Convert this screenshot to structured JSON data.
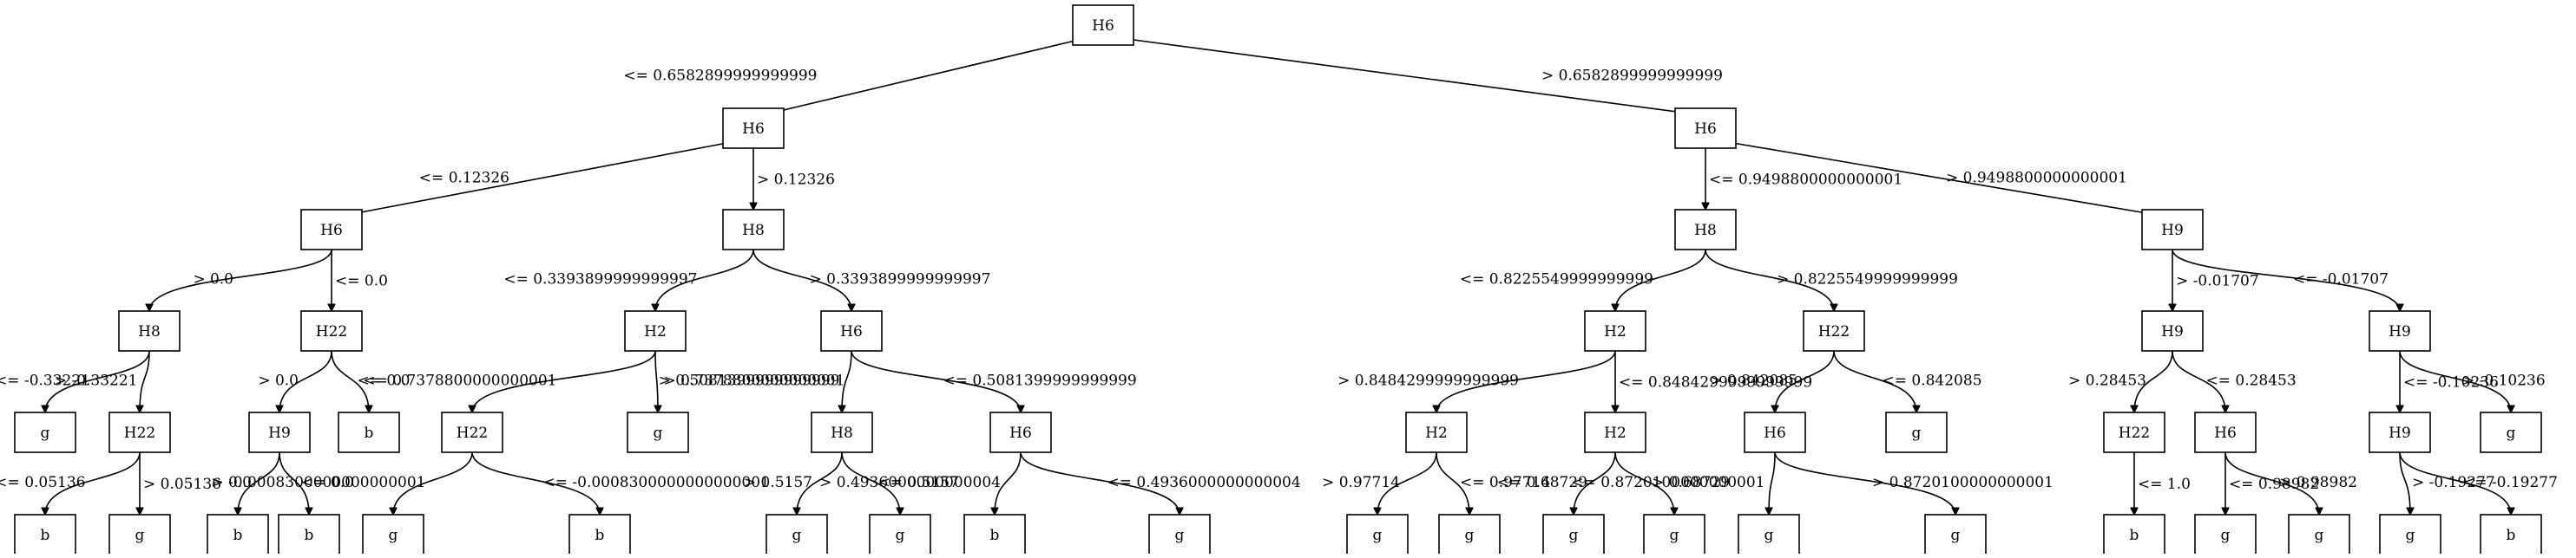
{
  "tree": {
    "root": {
      "label": "H6",
      "children": [
        {
          "edge": "<= 0.6582899999999999",
          "node": {
            "label": "H6",
            "children": [
              {
                "edge": "<= 0.12326",
                "node": {
                  "label": "H6",
                  "children": [
                    {
                      "edge": "> 0.0",
                      "node": {
                        "label": "H8",
                        "children": [
                          {
                            "edge": "<= -0.33221",
                            "node": {
                              "label": "g"
                            }
                          },
                          {
                            "edge": "> -0.33221",
                            "node": {
                              "label": "H22",
                              "children": [
                                {
                                  "edge": "<= 0.05136",
                                  "node": {
                                    "label": "b"
                                  }
                                },
                                {
                                  "edge": "> 0.05136",
                                  "node": {
                                    "label": "g"
                                  }
                                }
                              ]
                            }
                          }
                        ]
                      }
                    },
                    {
                      "edge": "<= 0.0",
                      "node": {
                        "label": "H22",
                        "children": [
                          {
                            "edge": "> 0.0",
                            "node": {
                              "label": "H9",
                              "children": [
                                {
                                  "edge": "> 0.0",
                                  "node": {
                                    "label": "b"
                                  }
                                },
                                {
                                  "edge": "<= 0.0",
                                  "node": {
                                    "label": "b"
                                  }
                                }
                              ]
                            }
                          },
                          {
                            "edge": "<= 0.0",
                            "node": {
                              "label": "b"
                            }
                          }
                        ]
                      }
                    }
                  ]
                }
              },
              {
                "edge": "> 0.12326",
                "node": {
                  "label": "H8",
                  "children": [
                    {
                      "edge": "<= 0.3393899999999997",
                      "node": {
                        "label": "H2",
                        "children": [
                          {
                            "edge": "<= 0.7378800000000001",
                            "node": {
                              "label": "H22",
                              "children": [
                                {
                                  "edge": "> -0.0008300000000000001",
                                  "node": {
                                    "label": "g"
                                  }
                                },
                                {
                                  "edge": "<= -0.0008300000000000001",
                                  "node": {
                                    "label": "b"
                                  }
                                }
                              ]
                            }
                          },
                          {
                            "edge": "> 0.7378800000000001",
                            "node": {
                              "label": "g"
                            }
                          }
                        ]
                      }
                    },
                    {
                      "edge": "> 0.3393899999999997",
                      "node": {
                        "label": "H6",
                        "children": [
                          {
                            "edge": "> 0.5081399999999999",
                            "node": {
                              "label": "H8",
                              "children": [
                                {
                                  "edge": "> 0.5157",
                                  "node": {
                                    "label": "g"
                                  }
                                },
                                {
                                  "edge": "<= 0.5157",
                                  "node": {
                                    "label": "g"
                                  }
                                }
                              ]
                            }
                          },
                          {
                            "edge": "<= 0.5081399999999999",
                            "node": {
                              "label": "H6",
                              "children": [
                                {
                                  "edge": "> 0.4936000000000004",
                                  "node": {
                                    "label": "b"
                                  }
                                },
                                {
                                  "edge": "<= 0.4936000000000004",
                                  "node": {
                                    "label": "g"
                                  }
                                }
                              ]
                            }
                          }
                        ]
                      }
                    }
                  ]
                }
              }
            ]
          }
        },
        {
          "edge": "> 0.6582899999999999",
          "node": {
            "label": "H6",
            "children": [
              {
                "edge": "<= 0.9498800000000001",
                "node": {
                  "label": "H8",
                  "children": [
                    {
                      "edge": "<= 0.8225549999999999",
                      "node": {
                        "label": "H2",
                        "children": [
                          {
                            "edge": "> 0.8484299999999999",
                            "node": {
                              "label": "H2",
                              "children": [
                                {
                                  "edge": "> 0.97714",
                                  "node": {
                                    "label": "g"
                                  }
                                },
                                {
                                  "edge": "<= 0.97714",
                                  "node": {
                                    "label": "g"
                                  }
                                }
                              ]
                            }
                          },
                          {
                            "edge": "<= 0.8484299999999999",
                            "node": {
                              "label": "H2",
                              "children": [
                                {
                                  "edge": "<= 0.68729",
                                  "node": {
                                    "label": "g"
                                  }
                                },
                                {
                                  "edge": "> 0.68729",
                                  "node": {
                                    "label": "g"
                                  }
                                }
                              ]
                            }
                          }
                        ]
                      }
                    },
                    {
                      "edge": "> 0.8225549999999999",
                      "node": {
                        "label": "H22",
                        "children": [
                          {
                            "edge": "> 0.842085",
                            "node": {
                              "label": "H6",
                              "children": [
                                {
                                  "edge": "<= 0.8720100000000001",
                                  "node": {
                                    "label": "g"
                                  }
                                },
                                {
                                  "edge": "> 0.8720100000000001",
                                  "node": {
                                    "label": "g"
                                  }
                                }
                              ]
                            }
                          },
                          {
                            "edge": "<= 0.842085",
                            "node": {
                              "label": "g"
                            }
                          }
                        ]
                      }
                    }
                  ]
                }
              },
              {
                "edge": "> 0.9498800000000001",
                "node": {
                  "label": "H9",
                  "children": [
                    {
                      "edge": "> -0.01707",
                      "node": {
                        "label": "H9",
                        "children": [
                          {
                            "edge": "> 0.28453",
                            "node": {
                              "label": "H22",
                              "children": [
                                {
                                  "edge": "<= 1.0",
                                  "node": {
                                    "label": "b"
                                  }
                                }
                              ]
                            }
                          },
                          {
                            "edge": "<= 0.28453",
                            "node": {
                              "label": "H6",
                              "children": [
                                {
                                  "edge": "<= 0.98982",
                                  "node": {
                                    "label": "g"
                                  }
                                },
                                {
                                  "edge": "> 0.98982",
                                  "node": {
                                    "label": "g"
                                  }
                                }
                              ]
                            }
                          }
                        ]
                      }
                    },
                    {
                      "edge": "<= -0.01707",
                      "node": {
                        "label": "H9",
                        "children": [
                          {
                            "edge": "<= -0.10236",
                            "node": {
                              "label": "H9",
                              "children": [
                                {
                                  "edge": "> -0.19277",
                                  "node": {
                                    "label": "g"
                                  }
                                },
                                {
                                  "edge": "<= -0.19277",
                                  "node": {
                                    "label": "b"
                                  }
                                }
                              ]
                            }
                          },
                          {
                            "edge": "> -0.10236",
                            "node": {
                              "label": "g"
                            }
                          }
                        ]
                      }
                    }
                  ]
                }
              }
            ]
          }
        }
      ]
    }
  }
}
